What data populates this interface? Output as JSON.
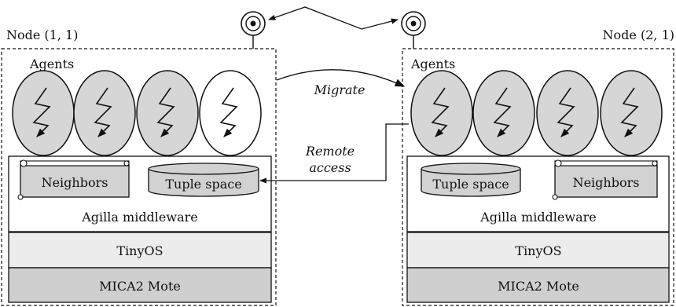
{
  "nodes": [
    {
      "title": "Node (1, 1)",
      "agents_label": "Agents",
      "neighbors": "Neighbors",
      "tuple_space": "Tuple space",
      "middleware": "Agilla middleware",
      "os": "TinyOS",
      "hardware": "MICA2 Mote"
    },
    {
      "title": "Node (2, 1)",
      "agents_label": "Agents",
      "neighbors": "Neighbors",
      "tuple_space": "Tuple space",
      "middleware": "Agilla middleware",
      "os": "TinyOS",
      "hardware": "MICA2 Mote"
    }
  ],
  "arrows": {
    "migrate": "Migrate",
    "remote_access_line1": "Remote",
    "remote_access_line2": "access"
  },
  "colors": {
    "agent_active": "#d6d6d6",
    "agent_idle": "#ffffff",
    "tinyos_layer": "#ececec",
    "mote_layer": "#cfcfcf",
    "component_fill": "#d2d2d2"
  }
}
